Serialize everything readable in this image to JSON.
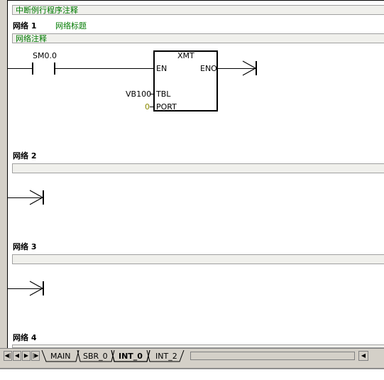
{
  "program": {
    "comment": "中断例行程序注释"
  },
  "networks": [
    {
      "label": "网络 1",
      "title": "网络标题",
      "comment": "网络注释",
      "contact": "SM0.0",
      "block": {
        "name": "XMT",
        "en": "EN",
        "eno": "ENO",
        "tbl_pin": "TBL",
        "port_pin": "PORT",
        "tbl_value": "VB100",
        "port_value": "0"
      }
    },
    {
      "label": "网络 2",
      "comment": ""
    },
    {
      "label": "网络 3",
      "comment": ""
    },
    {
      "label": "网络 4",
      "comment": ""
    }
  ],
  "tabs": [
    "MAIN",
    "SBR_0",
    "INT_0",
    "INT_2"
  ],
  "active_tab": "INT_0",
  "nav_icons": [
    "first-page-icon",
    "prev-page-icon",
    "next-page-icon",
    "last-page-icon"
  ],
  "colors": {
    "comment_text": "#007a00",
    "port_value": "#8a8a00",
    "comment_bg": "#f0f0ec",
    "chrome": "#d4d0c8"
  }
}
